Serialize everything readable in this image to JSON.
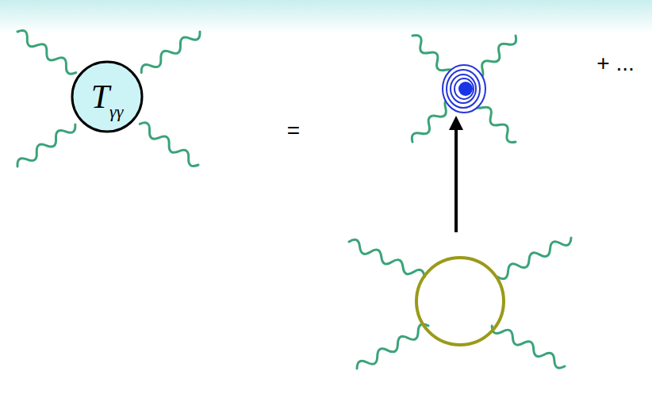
{
  "diagram": {
    "nodes": [
      {
        "text": [
          "T",
          "γγ"
        ]
      }
    ],
    "labels": [
      "=",
      "+ ..."
    ]
  }
}
